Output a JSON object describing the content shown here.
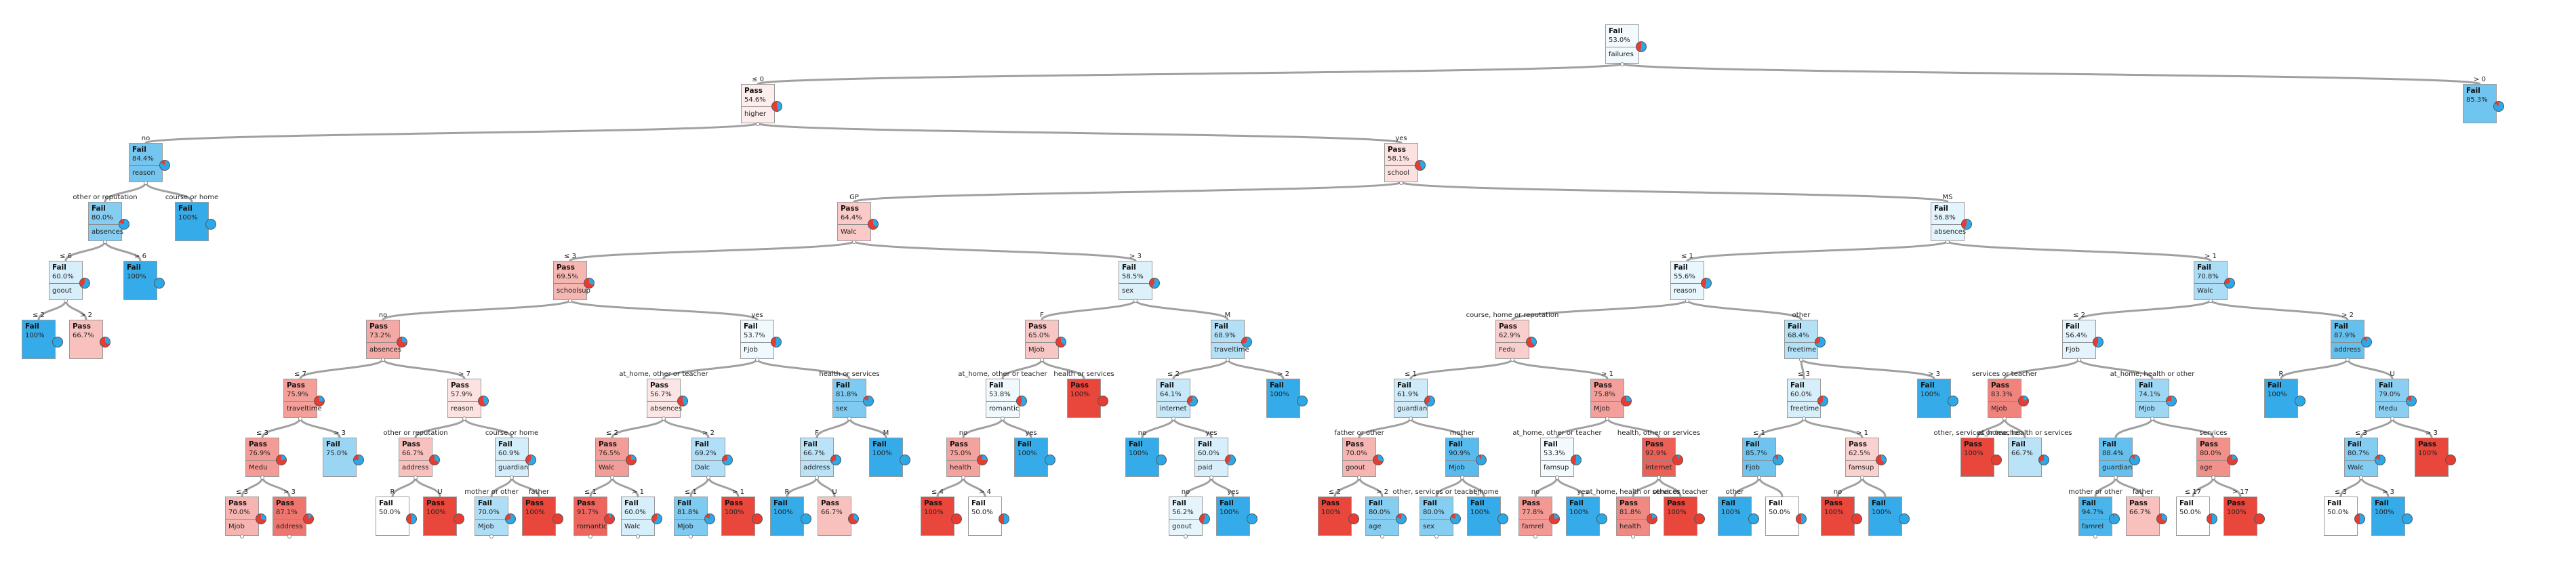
{
  "colors": {
    "fail": "#2aa8e8",
    "pass": "#e83c32",
    "edge": "#a0a0a0",
    "border": "#9a9a9a"
  },
  "nodes": [
    {
      "id": "root",
      "cls": "Fail",
      "pct": "53.0%",
      "attr": "failures",
      "fail": 0.53
    },
    {
      "id": "n1",
      "parent": "root",
      "edge": "≤ 0",
      "cls": "Pass",
      "pct": "54.6%",
      "attr": "higher",
      "fail": 0.454
    },
    {
      "id": "n2",
      "parent": "root",
      "edge": "> 0",
      "cls": "Fail",
      "pct": "85.3%",
      "attr": "",
      "fail": 0.853
    },
    {
      "id": "n3",
      "parent": "n1",
      "edge": "no",
      "cls": "Fail",
      "pct": "84.4%",
      "attr": "reason",
      "fail": 0.844
    },
    {
      "id": "n4",
      "parent": "n1",
      "edge": "yes",
      "cls": "Pass",
      "pct": "58.1%",
      "attr": "school",
      "fail": 0.419
    },
    {
      "id": "n5",
      "parent": "n3",
      "edge": "other or reputation",
      "cls": "Fail",
      "pct": "80.0%",
      "attr": "absences",
      "fail": 0.8
    },
    {
      "id": "n6",
      "parent": "n3",
      "edge": "course or home",
      "cls": "Fail",
      "pct": "100%",
      "attr": "",
      "fail": 1.0
    },
    {
      "id": "n7",
      "parent": "n5",
      "edge": "≤ 6",
      "cls": "Fail",
      "pct": "60.0%",
      "attr": "goout",
      "fail": 0.6
    },
    {
      "id": "n8",
      "parent": "n5",
      "edge": "> 6",
      "cls": "Fail",
      "pct": "100%",
      "attr": "",
      "fail": 1.0
    },
    {
      "id": "n9",
      "parent": "n7",
      "edge": "≤ 2",
      "cls": "Fail",
      "pct": "100%",
      "attr": "",
      "fail": 1.0
    },
    {
      "id": "n10",
      "parent": "n7",
      "edge": "> 2",
      "cls": "Pass",
      "pct": "66.7%",
      "attr": "",
      "fail": 0.333
    },
    {
      "id": "n11",
      "parent": "n4",
      "edge": "GP",
      "cls": "Pass",
      "pct": "64.4%",
      "attr": "Walc",
      "fail": 0.356
    },
    {
      "id": "n12",
      "parent": "n4",
      "edge": "MS",
      "cls": "Fail",
      "pct": "56.8%",
      "attr": "absences",
      "fail": 0.568
    },
    {
      "id": "n13",
      "parent": "n11",
      "edge": "≤ 3",
      "cls": "Pass",
      "pct": "69.5%",
      "attr": "schoolsup",
      "fail": 0.305
    },
    {
      "id": "n14",
      "parent": "n11",
      "edge": "> 3",
      "cls": "Fail",
      "pct": "58.5%",
      "attr": "sex",
      "fail": 0.585
    },
    {
      "id": "n15",
      "parent": "n13",
      "edge": "no",
      "cls": "Pass",
      "pct": "73.2%",
      "attr": "absences",
      "fail": 0.268
    },
    {
      "id": "n16",
      "parent": "n13",
      "edge": "yes",
      "cls": "Fail",
      "pct": "53.7%",
      "attr": "Fjob",
      "fail": 0.537
    },
    {
      "id": "n17",
      "parent": "n15",
      "edge": "≤ 7",
      "cls": "Pass",
      "pct": "75.9%",
      "attr": "traveltime",
      "fail": 0.241
    },
    {
      "id": "n18",
      "parent": "n15",
      "edge": "> 7",
      "cls": "Pass",
      "pct": "57.9%",
      "attr": "reason",
      "fail": 0.421
    },
    {
      "id": "n19",
      "parent": "n17",
      "edge": "≤ 3",
      "cls": "Pass",
      "pct": "76.9%",
      "attr": "Medu",
      "fail": 0.231
    },
    {
      "id": "n20",
      "parent": "n17",
      "edge": "> 3",
      "cls": "Fail",
      "pct": "75.0%",
      "attr": "",
      "fail": 0.75
    },
    {
      "id": "n21",
      "parent": "n19",
      "edge": "≤ 3",
      "cls": "Pass",
      "pct": "70.0%",
      "attr": "Mjob",
      "fail": 0.3
    },
    {
      "id": "n22",
      "parent": "n19",
      "edge": "> 3",
      "cls": "Pass",
      "pct": "87.1%",
      "attr": "address",
      "fail": 0.129
    },
    {
      "id": "n23",
      "parent": "n18",
      "edge": "other or reputation",
      "cls": "Pass",
      "pct": "66.7%",
      "attr": "address",
      "fail": 0.333
    },
    {
      "id": "n24",
      "parent": "n18",
      "edge": "course or home",
      "cls": "Fail",
      "pct": "60.9%",
      "attr": "guardian",
      "fail": 0.609
    },
    {
      "id": "n25",
      "parent": "n23",
      "edge": "R",
      "cls": "Fail",
      "pct": "50.0%",
      "attr": "",
      "fail": 0.5
    },
    {
      "id": "n26",
      "parent": "n23",
      "edge": "U",
      "cls": "Pass",
      "pct": "100%",
      "attr": "",
      "fail": 0.0
    },
    {
      "id": "n27",
      "parent": "n24",
      "edge": "mother or other",
      "cls": "Fail",
      "pct": "70.0%",
      "attr": "Mjob",
      "fail": 0.7
    },
    {
      "id": "n28",
      "parent": "n24",
      "edge": "father",
      "cls": "Pass",
      "pct": "100%",
      "attr": "",
      "fail": 0.0
    },
    {
      "id": "n29",
      "parent": "n16",
      "edge": "at_home, other or teacher",
      "cls": "Pass",
      "pct": "56.7%",
      "attr": "absences",
      "fail": 0.433
    },
    {
      "id": "n30",
      "parent": "n16",
      "edge": "health or services",
      "cls": "Fail",
      "pct": "81.8%",
      "attr": "sex",
      "fail": 0.818
    },
    {
      "id": "n31",
      "parent": "n29",
      "edge": "≤ 2",
      "cls": "Pass",
      "pct": "76.5%",
      "attr": "Walc",
      "fail": 0.235
    },
    {
      "id": "n32",
      "parent": "n29",
      "edge": "> 2",
      "cls": "Fail",
      "pct": "69.2%",
      "attr": "Dalc",
      "fail": 0.692
    },
    {
      "id": "n33",
      "parent": "n31",
      "edge": "≤ 1",
      "cls": "Pass",
      "pct": "91.7%",
      "attr": "romantic",
      "fail": 0.083
    },
    {
      "id": "n34",
      "parent": "n31",
      "edge": "> 1",
      "cls": "Fail",
      "pct": "60.0%",
      "attr": "Walc",
      "fail": 0.6
    },
    {
      "id": "n35",
      "parent": "n32",
      "edge": "≤ 1",
      "cls": "Fail",
      "pct": "81.8%",
      "attr": "Mjob",
      "fail": 0.818
    },
    {
      "id": "n36",
      "parent": "n32",
      "edge": "> 1",
      "cls": "Pass",
      "pct": "100%",
      "attr": "",
      "fail": 0.0
    },
    {
      "id": "n37",
      "parent": "n30",
      "edge": "F",
      "cls": "Fail",
      "pct": "66.7%",
      "attr": "address",
      "fail": 0.667
    },
    {
      "id": "n38",
      "parent": "n30",
      "edge": "M",
      "cls": "Fail",
      "pct": "100%",
      "attr": "",
      "fail": 1.0
    },
    {
      "id": "n39",
      "parent": "n37",
      "edge": "R",
      "cls": "Fail",
      "pct": "100%",
      "attr": "",
      "fail": 1.0
    },
    {
      "id": "n40",
      "parent": "n37",
      "edge": "U",
      "cls": "Pass",
      "pct": "66.7%",
      "attr": "",
      "fail": 0.333
    },
    {
      "id": "n41",
      "parent": "n14",
      "edge": "F",
      "cls": "Pass",
      "pct": "65.0%",
      "attr": "Mjob",
      "fail": 0.35
    },
    {
      "id": "n42",
      "parent": "n14",
      "edge": "M",
      "cls": "Fail",
      "pct": "68.9%",
      "attr": "traveltime",
      "fail": 0.689
    },
    {
      "id": "n43",
      "parent": "n41",
      "edge": "at_home, other or teacher",
      "cls": "Fail",
      "pct": "53.8%",
      "attr": "romantic",
      "fail": 0.538
    },
    {
      "id": "n44",
      "parent": "n41",
      "edge": "health or services",
      "cls": "Pass",
      "pct": "100%",
      "attr": "",
      "fail": 0.0
    },
    {
      "id": "n45",
      "parent": "n43",
      "edge": "no",
      "cls": "Pass",
      "pct": "75.0%",
      "attr": "health",
      "fail": 0.25
    },
    {
      "id": "n46",
      "parent": "n43",
      "edge": "yes",
      "cls": "Fail",
      "pct": "100%",
      "attr": "",
      "fail": 1.0
    },
    {
      "id": "n47",
      "parent": "n45",
      "edge": "≤ 4",
      "cls": "Pass",
      "pct": "100%",
      "attr": "",
      "fail": 0.0
    },
    {
      "id": "n48",
      "parent": "n45",
      "edge": "> 4",
      "cls": "Fail",
      "pct": "50.0%",
      "attr": "",
      "fail": 0.5
    },
    {
      "id": "n49",
      "parent": "n42",
      "edge": "≤ 2",
      "cls": "Fail",
      "pct": "64.1%",
      "attr": "internet",
      "fail": 0.641
    },
    {
      "id": "n50",
      "parent": "n42",
      "edge": "> 2",
      "cls": "Fail",
      "pct": "100%",
      "attr": "",
      "fail": 1.0
    },
    {
      "id": "n51",
      "parent": "n49",
      "edge": "no",
      "cls": "Fail",
      "pct": "100%",
      "attr": "",
      "fail": 1.0
    },
    {
      "id": "n52",
      "parent": "n49",
      "edge": "yes",
      "cls": "Fail",
      "pct": "60.0%",
      "attr": "paid",
      "fail": 0.6
    },
    {
      "id": "n53",
      "parent": "n52",
      "edge": "no",
      "cls": "Fail",
      "pct": "56.2%",
      "attr": "goout",
      "fail": 0.562
    },
    {
      "id": "n54",
      "parent": "n52",
      "edge": "yes",
      "cls": "Fail",
      "pct": "100%",
      "attr": "",
      "fail": 1.0
    },
    {
      "id": "n55",
      "parent": "n12",
      "edge": "≤ 1",
      "cls": "Fail",
      "pct": "55.6%",
      "attr": "reason",
      "fail": 0.556
    },
    {
      "id": "n56",
      "parent": "n12",
      "edge": "> 1",
      "cls": "Fail",
      "pct": "70.8%",
      "attr": "Walc",
      "fail": 0.708
    },
    {
      "id": "n57",
      "parent": "n55",
      "edge": "course, home or reputation",
      "cls": "Pass",
      "pct": "62.9%",
      "attr": "Fedu",
      "fail": 0.371
    },
    {
      "id": "n58",
      "parent": "n55",
      "edge": "other",
      "cls": "Fail",
      "pct": "68.4%",
      "attr": "freetime",
      "fail": 0.684
    },
    {
      "id": "n59",
      "parent": "n57",
      "edge": "≤ 1",
      "cls": "Fail",
      "pct": "61.9%",
      "attr": "guardian",
      "fail": 0.619
    },
    {
      "id": "n60",
      "parent": "n57",
      "edge": "> 1",
      "cls": "Pass",
      "pct": "75.8%",
      "attr": "Mjob",
      "fail": 0.242
    },
    {
      "id": "n61",
      "parent": "n59",
      "edge": "father or other",
      "cls": "Pass",
      "pct": "70.0%",
      "attr": "goout",
      "fail": 0.3
    },
    {
      "id": "n62",
      "parent": "n59",
      "edge": "mother",
      "cls": "Fail",
      "pct": "90.9%",
      "attr": "Mjob",
      "fail": 0.909
    },
    {
      "id": "n63",
      "parent": "n61",
      "edge": "≤ 2",
      "cls": "Pass",
      "pct": "100%",
      "attr": "",
      "fail": 0.0
    },
    {
      "id": "n64",
      "parent": "n61",
      "edge": "> 2",
      "cls": "Fail",
      "pct": "80.0%",
      "attr": "age",
      "fail": 0.8
    },
    {
      "id": "n65",
      "parent": "n62",
      "edge": "other, services or teacher",
      "cls": "Fail",
      "pct": "80.0%",
      "attr": "sex",
      "fail": 0.8
    },
    {
      "id": "n66",
      "parent": "n62",
      "edge": "at_home",
      "cls": "Fail",
      "pct": "100%",
      "attr": "",
      "fail": 1.0
    },
    {
      "id": "n67",
      "parent": "n60",
      "edge": "at_home, other or teacher",
      "cls": "Fail",
      "pct": "53.3%",
      "attr": "famsup",
      "fail": 0.533
    },
    {
      "id": "n68",
      "parent": "n60",
      "edge": "health, other or services",
      "cls": "Pass",
      "pct": "92.9%",
      "attr": "internet",
      "fail": 0.071
    },
    {
      "id": "n69",
      "parent": "n67",
      "edge": "no",
      "cls": "Pass",
      "pct": "77.8%",
      "attr": "famrel",
      "fail": 0.222
    },
    {
      "id": "n70",
      "parent": "n67",
      "edge": "yes",
      "cls": "Fail",
      "pct": "100%",
      "attr": "",
      "fail": 1.0
    },
    {
      "id": "n71",
      "parent": "n68",
      "edge": "at_home, health or services",
      "cls": "Pass",
      "pct": "81.8%",
      "attr": "health",
      "fail": 0.182
    },
    {
      "id": "n72",
      "parent": "n68",
      "edge": "other or teacher",
      "cls": "Pass",
      "pct": "100%",
      "attr": "",
      "fail": 0.0
    },
    {
      "id": "n73",
      "parent": "n58",
      "edge": "≤ 3",
      "cls": "Fail",
      "pct": "60.0%",
      "attr": "freetime",
      "fail": 0.6
    },
    {
      "id": "n74",
      "parent": "n58",
      "edge": "> 3",
      "cls": "Fail",
      "pct": "100%",
      "attr": "",
      "fail": 1.0
    },
    {
      "id": "n75",
      "parent": "n73",
      "edge": "≤ 1",
      "cls": "Fail",
      "pct": "85.7%",
      "attr": "Fjob",
      "fail": 0.857
    },
    {
      "id": "n76",
      "parent": "n73",
      "edge": "> 1",
      "cls": "Pass",
      "pct": "62.5%",
      "attr": "famsup",
      "fail": 0.375
    },
    {
      "id": "n77",
      "parent": "n75",
      "edge": "other",
      "cls": "Fail",
      "pct": "100%",
      "attr": "",
      "fail": 1.0
    },
    {
      "id": "n78",
      "parent": "n75",
      "edge": "",
      "cls": "Fail",
      "pct": "50.0%",
      "attr": "",
      "fail": 0.5
    },
    {
      "id": "n79",
      "parent": "n76",
      "edge": "no",
      "cls": "Pass",
      "pct": "100%",
      "attr": "",
      "fail": 0.0
    },
    {
      "id": "n80",
      "parent": "n76",
      "edge": "",
      "cls": "Fail",
      "pct": "100%",
      "attr": "",
      "fail": 1.0
    },
    {
      "id": "n81",
      "parent": "n56",
      "edge": "≤ 2",
      "cls": "Fail",
      "pct": "56.4%",
      "attr": "Fjob",
      "fail": 0.564
    },
    {
      "id": "n82",
      "parent": "n56",
      "edge": "> 2",
      "cls": "Fail",
      "pct": "87.9%",
      "attr": "address",
      "fail": 0.879
    },
    {
      "id": "n83",
      "parent": "n81",
      "edge": "services or teacher",
      "cls": "Pass",
      "pct": "83.3%",
      "attr": "Mjob",
      "fail": 0.167
    },
    {
      "id": "n84",
      "parent": "n81",
      "edge": "at_home, health or other",
      "cls": "Fail",
      "pct": "74.1%",
      "attr": "Mjob",
      "fail": 0.741
    },
    {
      "id": "n85",
      "parent": "n83",
      "edge": "other, services or teacher",
      "cls": "Pass",
      "pct": "100%",
      "attr": "",
      "fail": 0.0
    },
    {
      "id": "n86",
      "parent": "n83",
      "edge": "at_home, health or services",
      "cls": "Fail",
      "pct": "66.7%",
      "attr": "",
      "fail": 0.667
    },
    {
      "id": "n87",
      "parent": "n84",
      "edge": "",
      "cls": "Fail",
      "pct": "88.4%",
      "attr": "guardian",
      "fail": 0.884
    },
    {
      "id": "n88",
      "parent": "n84",
      "edge": "services",
      "cls": "Pass",
      "pct": "80.0%",
      "attr": "age",
      "fail": 0.2
    },
    {
      "id": "n89",
      "parent": "n87",
      "edge": "mother or other",
      "cls": "Fail",
      "pct": "94.7%",
      "attr": "famrel",
      "fail": 0.947
    },
    {
      "id": "n90",
      "parent": "n87",
      "edge": "father",
      "cls": "Pass",
      "pct": "66.7%",
      "attr": "",
      "fail": 0.333
    },
    {
      "id": "n91",
      "parent": "n88",
      "edge": "≤ 17",
      "cls": "Fail",
      "pct": "50.0%",
      "attr": "",
      "fail": 0.5
    },
    {
      "id": "n92",
      "parent": "n88",
      "edge": "> 17",
      "cls": "Pass",
      "pct": "100%",
      "attr": "",
      "fail": 0.0
    },
    {
      "id": "n93",
      "parent": "n82",
      "edge": "R",
      "cls": "Fail",
      "pct": "100%",
      "attr": "",
      "fail": 1.0
    },
    {
      "id": "n94",
      "parent": "n82",
      "edge": "U",
      "cls": "Fail",
      "pct": "79.0%",
      "attr": "Medu",
      "fail": 0.79
    },
    {
      "id": "n95",
      "parent": "n94",
      "edge": "≤ 3",
      "cls": "Fail",
      "pct": "80.7%",
      "attr": "Walc",
      "fail": 0.807
    },
    {
      "id": "n96",
      "parent": "n94",
      "edge": "> 3",
      "cls": "Pass",
      "pct": "100%",
      "attr": "",
      "fail": 0.0
    },
    {
      "id": "n97",
      "parent": "n95",
      "edge": "≤ 3",
      "cls": "Fail",
      "pct": "50.0%",
      "attr": "",
      "fail": 0.5
    },
    {
      "id": "n98",
      "parent": "n95",
      "edge": "> 3",
      "cls": "Fail",
      "pct": "100%",
      "attr": "",
      "fail": 1.0
    }
  ]
}
